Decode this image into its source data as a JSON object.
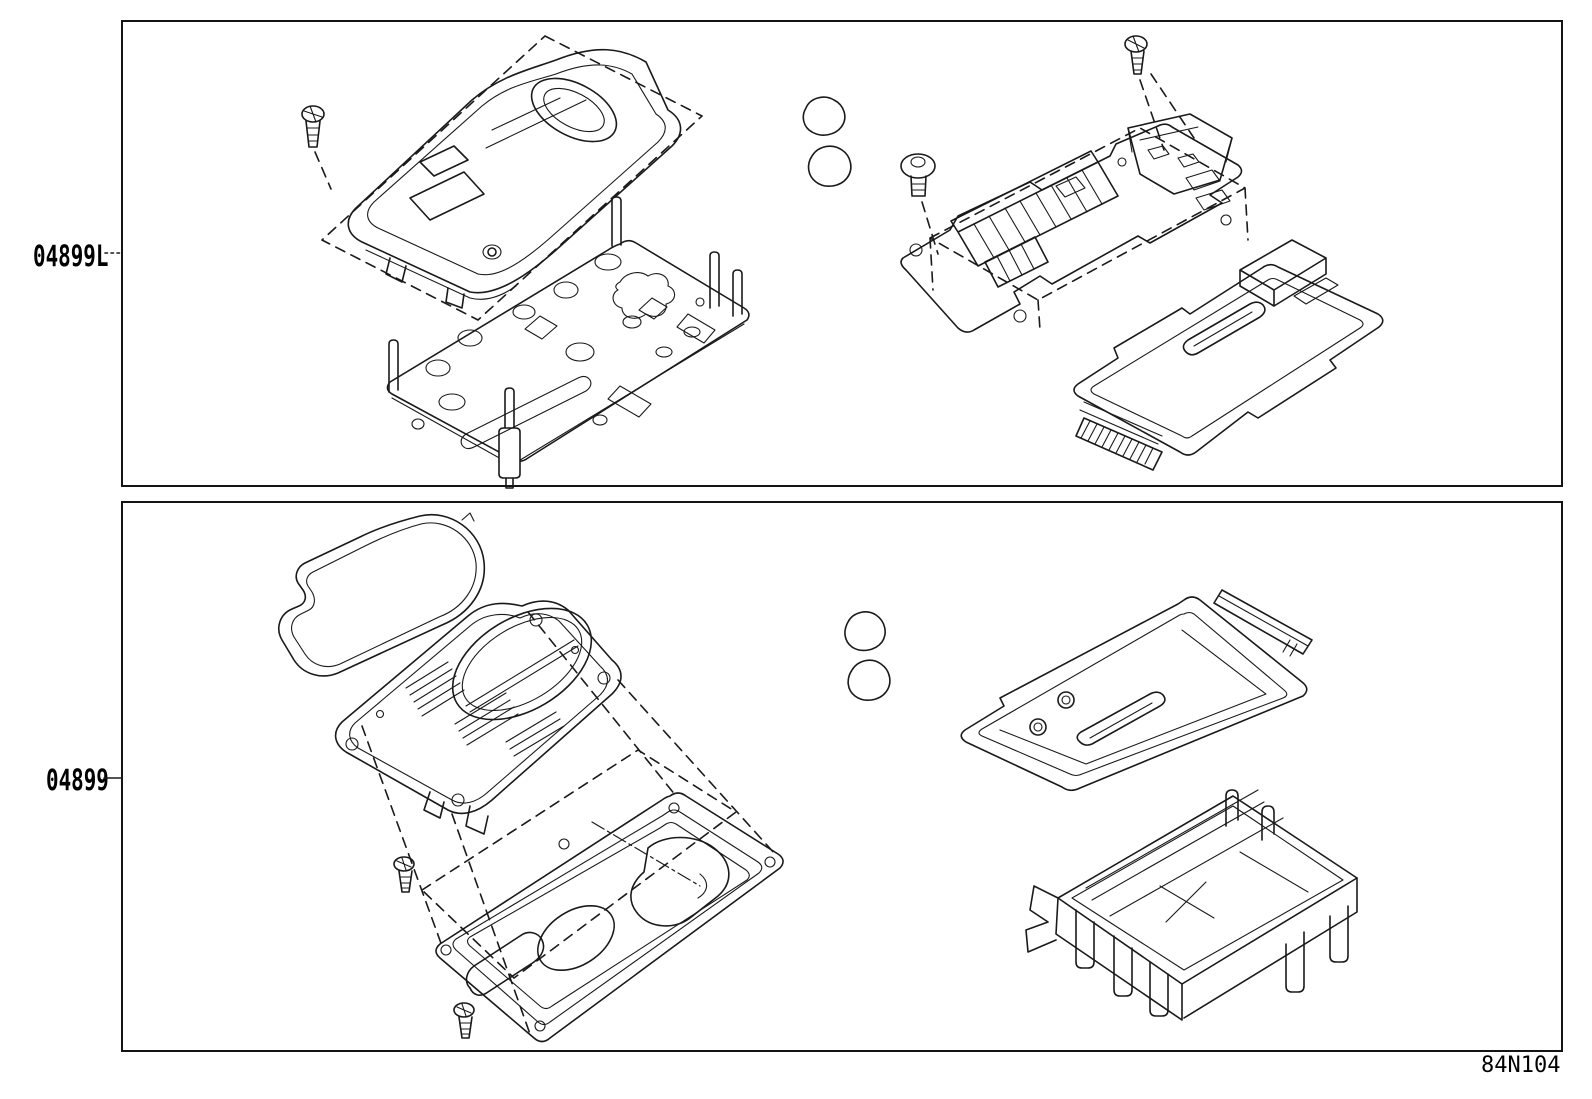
{
  "figure": {
    "code": "84N104"
  },
  "callouts": {
    "upper": {
      "label": "04899L"
    },
    "lower": {
      "label": "04899"
    }
  },
  "colors": {
    "line": "#1a1a1a",
    "background": "#ffffff",
    "panel_border": "#141414",
    "text": "#000000"
  }
}
